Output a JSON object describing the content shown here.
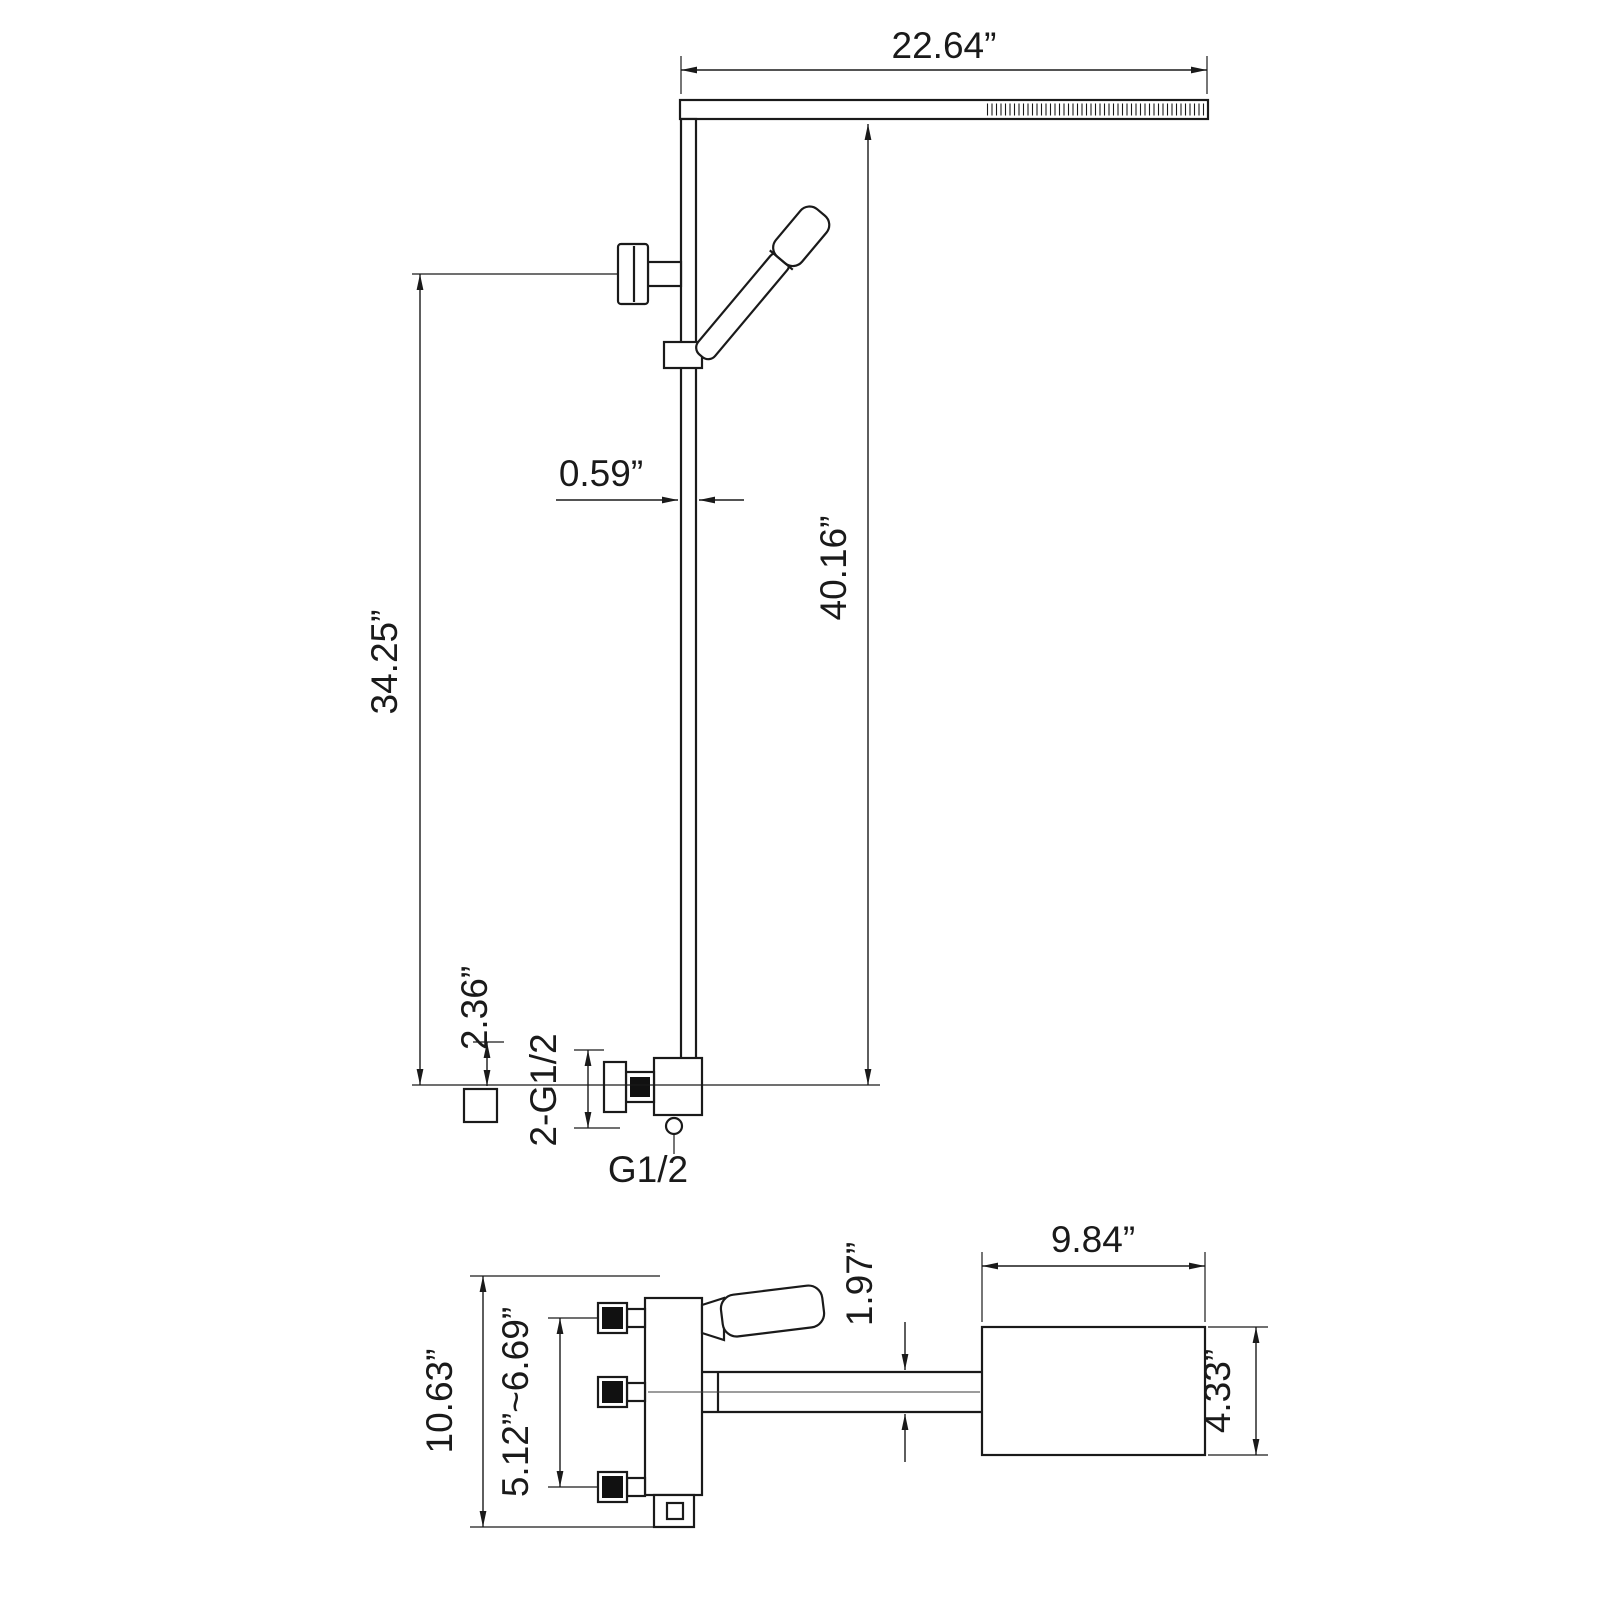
{
  "drawing": {
    "type": "technical-dimension-drawing",
    "background": "#ffffff",
    "line_color": "#1a1a1a"
  },
  "front_view": {
    "arm_width": "22.64”",
    "pole_width": "0.59”",
    "overall_height": "40.16”",
    "column_height": "34.25”",
    "flange_offset": "2.36”",
    "inlet_thread": "2-G1/2",
    "outlet_thread": "G1/2"
  },
  "plan_view": {
    "overall_height": "10.63”",
    "handle_span": "5.12”~6.69”",
    "arm_diameter": "1.97”",
    "spout_length": "9.84”",
    "spout_width": "4.33”"
  }
}
